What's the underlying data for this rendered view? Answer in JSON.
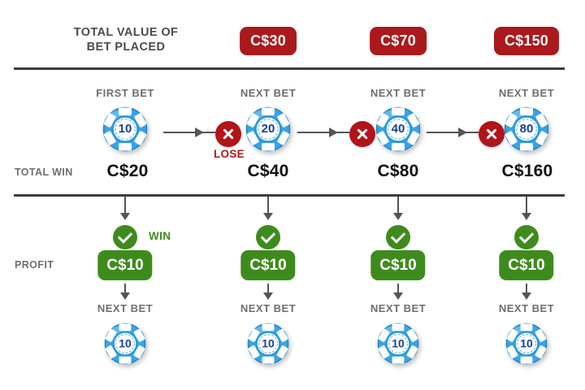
{
  "header": {
    "title_line1": "TOTAL VALUE OF",
    "title_line2": "BET PLACED",
    "bet_totals": [
      "C$30",
      "C$70",
      "C$150"
    ]
  },
  "bets": {
    "step_labels": [
      "FIRST BET",
      "NEXT BET",
      "NEXT BET",
      "NEXT BET"
    ],
    "chip_values": [
      "10",
      "20",
      "40",
      "80"
    ],
    "lose_label": "LOSE"
  },
  "total_win": {
    "label": "TOTAL WIN",
    "values": [
      "C$20",
      "C$40",
      "C$80",
      "C$160"
    ]
  },
  "profit": {
    "label": "PROFIT",
    "win_label": "WIN",
    "values": [
      "C$10",
      "C$10",
      "C$10",
      "C$10"
    ]
  },
  "next_bets": {
    "labels": [
      "NEXT BET",
      "NEXT BET",
      "NEXT BET",
      "NEXT BET"
    ],
    "chip_values": [
      "10",
      "10",
      "10",
      "10"
    ]
  },
  "colors": {
    "badge_red": "#ab191c",
    "lose_red": "#b2141a",
    "win_green": "#3e8b1d",
    "chip_blue": "#38a4e5",
    "chip_number_navy": "#1c3e92",
    "arrow_gray": "#555555",
    "label_gray": "#6e6e6e",
    "divider_dark": "#3c3c3c"
  }
}
